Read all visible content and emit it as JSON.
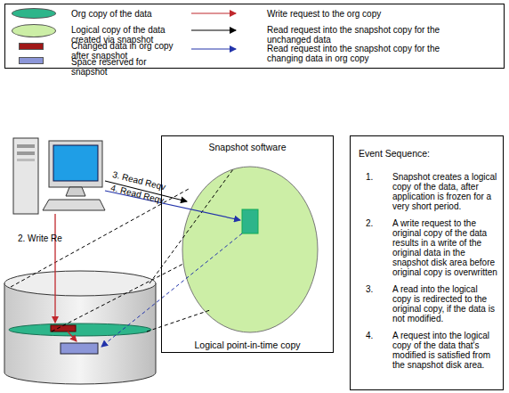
{
  "diagram": {
    "nodes": [
      {
        "text": [
          "Snapshot software",
          "Logical point-in-time copy"
        ]
      },
      {
        "text": [
          "Event Sequence:",
          "1.",
          "Snapshot creates a logical copy of the data, after application is frozen for a very short period.",
          "2.",
          "A write request to the original copy of the data results in a write of the original data in the snapshot disk area before original copy is overwritten",
          "3.",
          "A read into the logical copy is redirected to the original copy, if the data is not modified.",
          "4.",
          "A request into the logical copy of the data that's modified is satisfied from the snapshot disk area."
        ]
      }
    ],
    "labels": [
      "2. Write Re",
      "3. Read Reqv",
      "4. Read Reqv"
    ],
    "legend": [
      {
        "text": "Org copy of the data",
        "color": "#2db58a"
      },
      {
        "text": "Logical copy of the data created via snapshot",
        "color": "#cceea6"
      },
      {
        "text": "Changed data in org copy after snapshot",
        "color": "#a01818"
      },
      {
        "text": "Space reserved for snapshot",
        "color": "#8c96d8"
      },
      {
        "text": "Write request to the org copy"
      },
      {
        "text": "Read request into the snapshot copy for the unchanged data"
      },
      {
        "text": "Read request into the snapshot copy for the changing data in org copy"
      }
    ]
  }
}
